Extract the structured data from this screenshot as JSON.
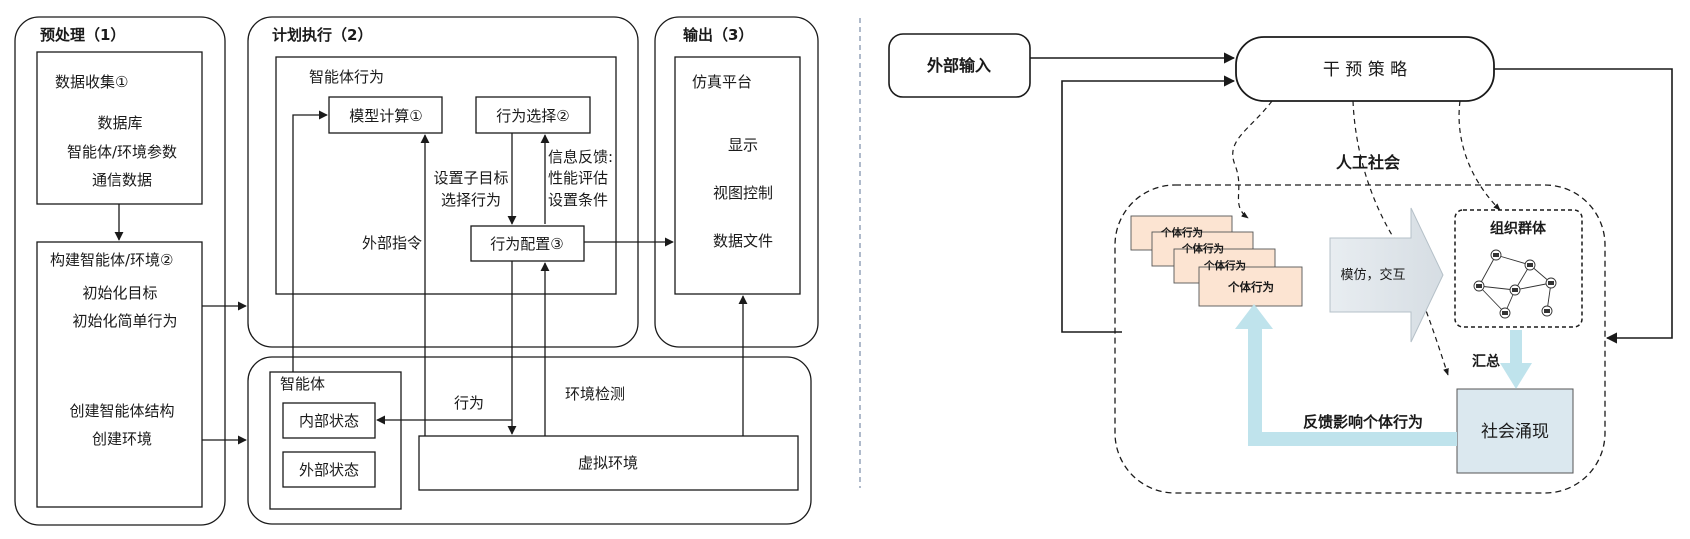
{
  "left": {
    "preprocess": {
      "title": "预处理（1）",
      "collect": {
        "title": "数据收集①",
        "items": [
          "数据库",
          "智能体/环境参数",
          "通信数据"
        ]
      },
      "build": {
        "title": "构建智能体/环境②",
        "items": [
          "初始化目标",
          "初始化简单行为",
          "创建智能体结构",
          "创建环境"
        ]
      }
    },
    "plan": {
      "title": "计划执行（2）",
      "agent_behavior": "智能体行为",
      "model_calc": "模型计算①",
      "behavior_select": "行为选择②",
      "behavior_config": "行为配置③",
      "subgoal": [
        "设置子目标",
        "选择行为"
      ],
      "feedback": [
        "信息反馈:",
        "性能评估",
        "设置条件"
      ],
      "external_cmd": "外部指令",
      "agent": "智能体",
      "internal_state": "内部状态",
      "external_state": "外部状态",
      "action": "行为",
      "env_detect": "环境检测",
      "virtual_env": "虚拟环境"
    },
    "output": {
      "title": "输出（3）",
      "platform": "仿真平台",
      "items": [
        "显示",
        "视图控制",
        "数据文件"
      ]
    }
  },
  "right": {
    "external_input": "外部输入",
    "intervention": "干 预 策 略",
    "society": "人工社会",
    "individual": [
      "个体行为",
      "个体行为",
      "个体行为",
      "个体行为"
    ],
    "imitate": "模仿，交互",
    "group": "组织群体",
    "aggregate": "汇总",
    "emergence": "社会涌现",
    "feedback": "反馈影响个体行为"
  },
  "colors": {
    "stroke": "#1a1a1a",
    "divider": "#7a8ca8",
    "cyan_arrow": "#bfe3ec",
    "imitate_gray": "#dfe5ea",
    "individual_fill": "#fce4d2",
    "emergence_fill": "#dbe8ef"
  }
}
